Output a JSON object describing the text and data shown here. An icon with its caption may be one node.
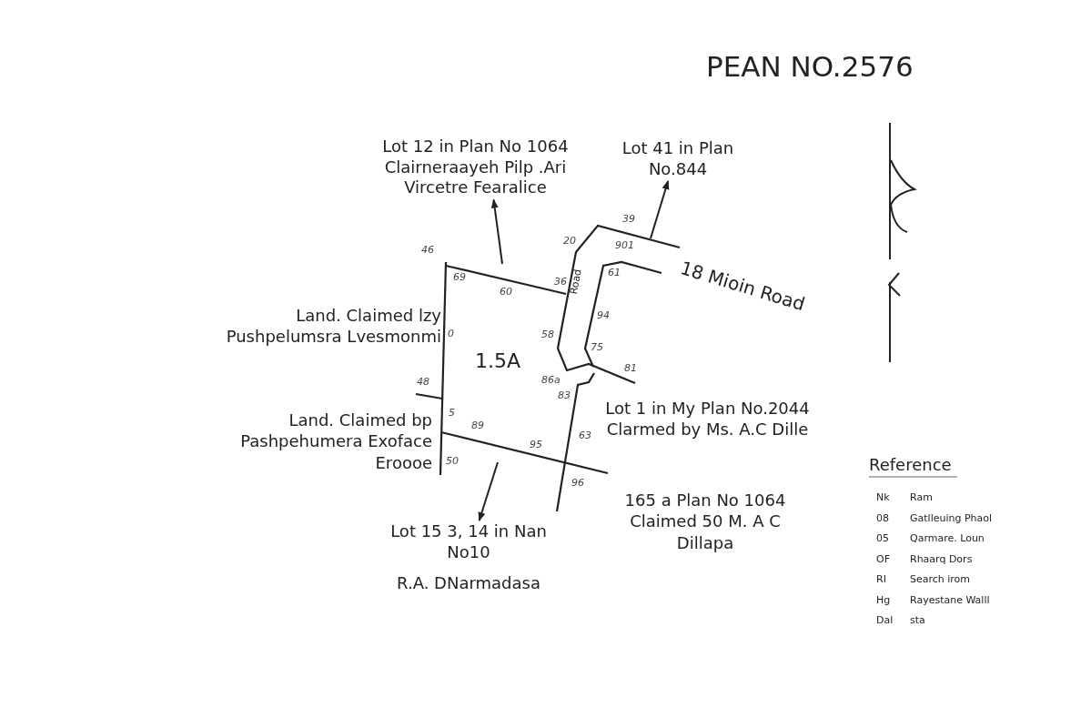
{
  "diagram": {
    "title": "PEAN NO.2576",
    "nodes": [
      {
        "text": [
          "Lot 12 in Plan No 1064",
          "Clairneraayeh Pilp .Ari Vircetre Fearalice"
        ]
      },
      {
        "text": [
          "Lot 41 in Plan No.844"
        ]
      },
      {
        "text": [
          "Lot 15 3, 14 in Nan No10",
          "R.A. DNarmadasa"
        ]
      }
    ],
    "edges": [
      {
        "from": null,
        "to": 0,
        "arrow": "to"
      },
      {
        "from": null,
        "to": 1,
        "arrow": "to"
      },
      {
        "from": null,
        "to": 2,
        "arrow": "to"
      }
    ],
    "labels": [
      "39",
      "20",
      "901",
      "46",
      "61",
      "69",
      "36",
      "18 Mioin Road",
      "60",
      "Road",
      "Land. Claimed lzy Pushpelumsra Lvesmonmi",
      "0",
      "94",
      "58",
      "75",
      "1.5A",
      "81",
      "48",
      "86a",
      "83",
      "Lot 1 in My Plan No.2044 Clarmed by Ms. A.C Dille",
      "Land. Claimed bp Pashpehumera Exoface Eroooe",
      "5",
      "89",
      "95",
      "63",
      "50",
      "Reference",
      "96",
      "165 a Plan No 1064 Claimed 50 M. A C Dillapa",
      "Nk",
      "Ram",
      "08",
      "Gatlleuing Phaol",
      "05",
      "Qarmare. Loun",
      "OF",
      "Rhaarq Dors",
      "RI",
      "Search irom",
      "Hg",
      "Rayestane Walll",
      "Dal",
      "sta"
    ]
  }
}
